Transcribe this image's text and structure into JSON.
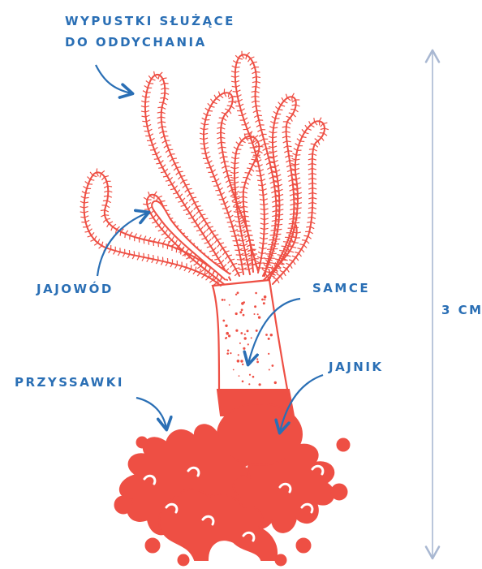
{
  "colors": {
    "label": "#2a6fb5",
    "organism": "#ee4f44",
    "scale": "#a9b8d2",
    "background": "#ffffff"
  },
  "labels": {
    "breathing": [
      "WYPUSTKI SŁUŻĄCE",
      "DO ODDYCHANIA"
    ],
    "oviduct": "JAJOWÓD",
    "males": "SAMCE",
    "suckers": "PRZYSSAWKI",
    "ovary": "JAJNIK"
  },
  "scale": {
    "label": "3 CM"
  }
}
